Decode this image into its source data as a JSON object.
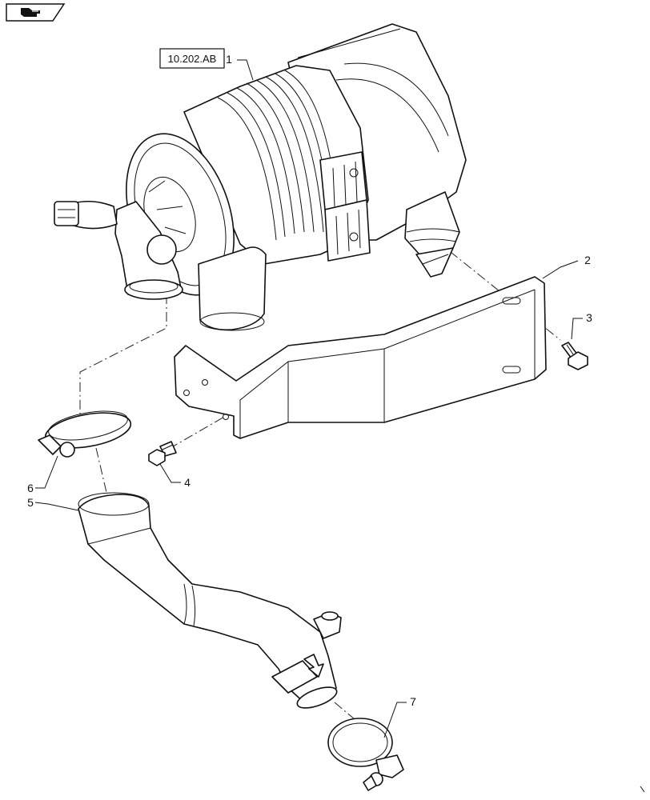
{
  "icons": {
    "corner_icon": "pointing-hand-icon"
  },
  "reference": {
    "code": "10.202.AB"
  },
  "callouts": [
    {
      "id": "1",
      "text": "1"
    },
    {
      "id": "2",
      "text": "2"
    },
    {
      "id": "3",
      "text": "3"
    },
    {
      "id": "4",
      "text": "4"
    },
    {
      "id": "5",
      "text": "5"
    },
    {
      "id": "6",
      "text": "6"
    },
    {
      "id": "7",
      "text": "7"
    }
  ]
}
